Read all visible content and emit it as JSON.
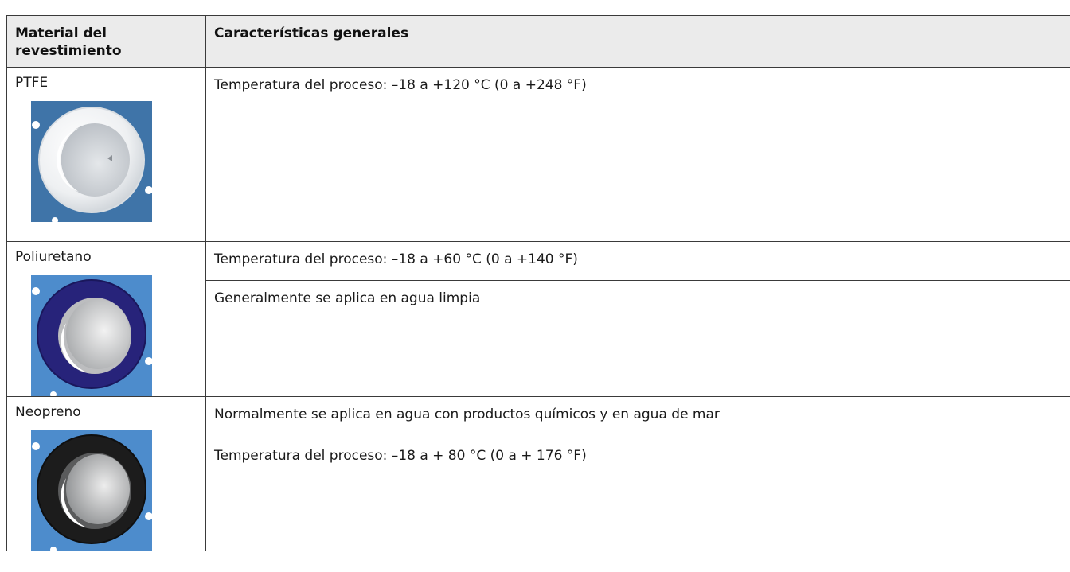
{
  "table": {
    "headers": {
      "material": "Material del revestimiento",
      "features": "Características generales"
    },
    "rows": [
      {
        "material": "PTFE",
        "photo": "ptfe-lining-photo",
        "features": [
          "Temperatura del proceso: –18 a +120 °C (0 a +248 °F)"
        ]
      },
      {
        "material": "Poliuretano",
        "photo": "polyurethane-lining-photo",
        "features": [
          "Temperatura del proceso: –18 a +60 °C (0 a +140 °F)",
          "Generalmente se aplica en agua limpia"
        ]
      },
      {
        "material": "Neopreno",
        "photo": "neoprene-lining-photo",
        "features": [
          "Normalmente se aplica en agua con productos químicos y en agua de mar",
          "Temperatura del proceso: –18 a + 80 °C (0 a + 176 °F)"
        ]
      }
    ]
  },
  "colors": {
    "header_bg": "#ebebeb",
    "border": "#3a3a3a",
    "flange_blue": "#3c7cc0",
    "ptfe_white": "#f4f4f4",
    "polyurethane_navy": "#27237a",
    "neoprene_black": "#1c1c1c"
  }
}
